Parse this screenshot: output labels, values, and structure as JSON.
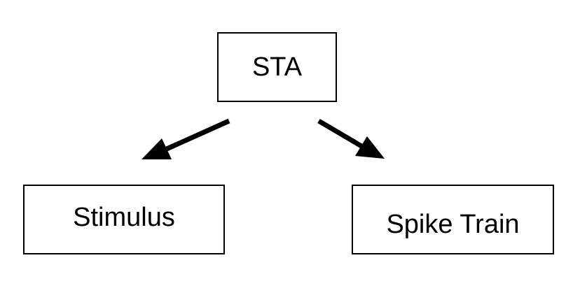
{
  "nodes": {
    "sta": {
      "label": "STA"
    },
    "stimulus": {
      "label": "Stimulus"
    },
    "spike_train": {
      "label": "Spike Train"
    }
  },
  "edges": [
    {
      "from": "sta",
      "to": "stimulus"
    },
    {
      "from": "sta",
      "to": "spike_train"
    }
  ],
  "colors": {
    "stroke": "#000000",
    "background": "#ffffff"
  }
}
